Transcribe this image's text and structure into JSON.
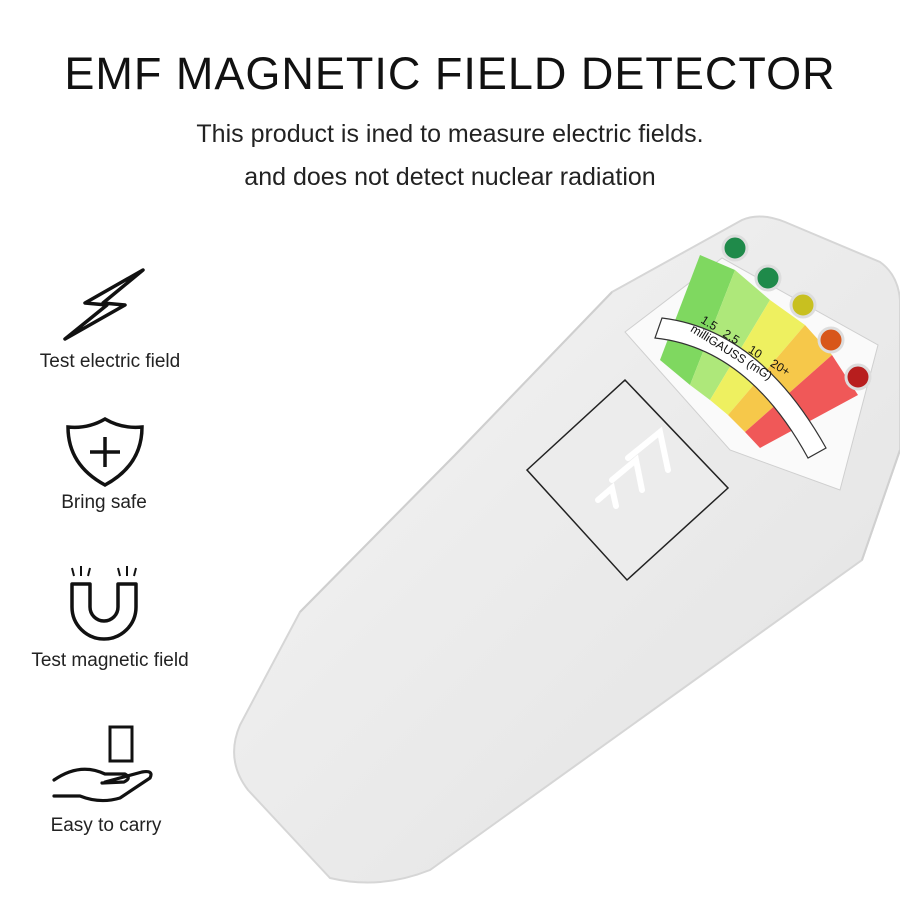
{
  "header": {
    "title": "EMF MAGNETIC FIELD DETECTOR",
    "subtitle_line1": "This product is ined to measure electric fields.",
    "subtitle_line2": "and does not detect nuclear radiation"
  },
  "features": [
    {
      "icon": "lightning-icon",
      "label": "Test electric field"
    },
    {
      "icon": "shield-plus-icon",
      "label": "Bring safe"
    },
    {
      "icon": "magnet-icon",
      "label": "Test magnetic field"
    },
    {
      "icon": "hand-phone-icon",
      "label": "Easy to carry"
    }
  ],
  "device": {
    "scale_values": [
      "1.5",
      "2.5",
      "10",
      "20+"
    ],
    "scale_unit": "milliGAUSS (mG)",
    "led_colors": [
      "#1f8a4a",
      "#1f8a4a",
      "#c8c020",
      "#d8561a",
      "#b81e1e"
    ]
  }
}
